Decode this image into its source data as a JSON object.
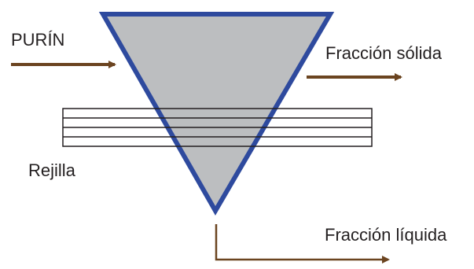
{
  "labels": {
    "input": "PURÍN",
    "solid_output": "Fracción sólida",
    "grid": "Rejilla",
    "liquid_output": "Fracción líquida"
  },
  "colors": {
    "arrow": "#6b4420",
    "cone_fill": "#bcbec0",
    "cone_outline": "#2e4a9e",
    "grid_lines": "#231f20",
    "text": "#231f20"
  }
}
